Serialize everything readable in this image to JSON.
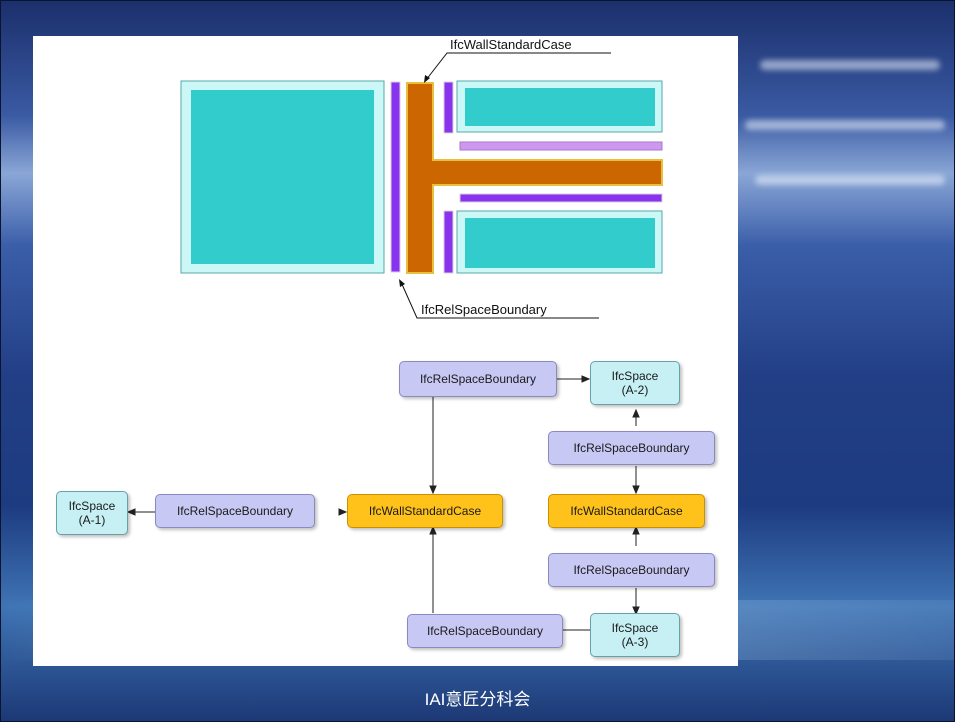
{
  "labels": {
    "wall_top": "IfcWallStandardCase",
    "boundary_bottom": "IfcRelSpaceBoundary"
  },
  "graph": {
    "boundary_top": "IfcRelSpaceBoundary",
    "space_a2": "IfcSpace\n(A-2)",
    "boundary_right_upper": "IfcRelSpaceBoundary",
    "space_a1": "IfcSpace\n(A-1)",
    "boundary_left": "IfcRelSpaceBoundary",
    "wall_center": "IfcWallStandardCase",
    "wall_right": "IfcWallStandardCase",
    "boundary_right_lower": "IfcRelSpaceBoundary",
    "boundary_bottom": "IfcRelSpaceBoundary",
    "space_a3": "IfcSpace\n(A-3)"
  },
  "caption": "IAI意匠分科会",
  "colors": {
    "space_fill": "#33cccc",
    "space_outline": "#ccf7f7",
    "wall_fill": "#cc6600",
    "wall_border": "#e8c040",
    "boundary_strip": "#8833ee",
    "boundary_strip_light": "#cc99ee",
    "node_boundary": "#c8c8f4",
    "node_wall": "#ffc21a",
    "node_space": "#c6f0f4"
  }
}
